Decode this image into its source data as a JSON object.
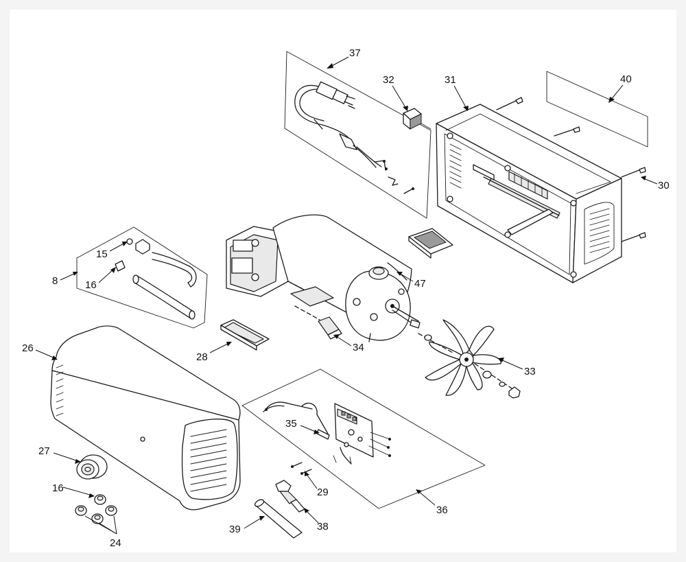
{
  "callouts": {
    "p8": "8",
    "p15": "15",
    "p16a": "16",
    "p16b": "16",
    "p24": "24",
    "p26": "26",
    "p27": "27",
    "p28": "28",
    "p29": "29",
    "p30": "30",
    "p31": "31",
    "p32": "32",
    "p33": "33",
    "p34": "34",
    "p35": "35",
    "p36": "36",
    "p37": "37",
    "p38": "38",
    "p39": "39",
    "p40": "40",
    "p47": "47"
  }
}
